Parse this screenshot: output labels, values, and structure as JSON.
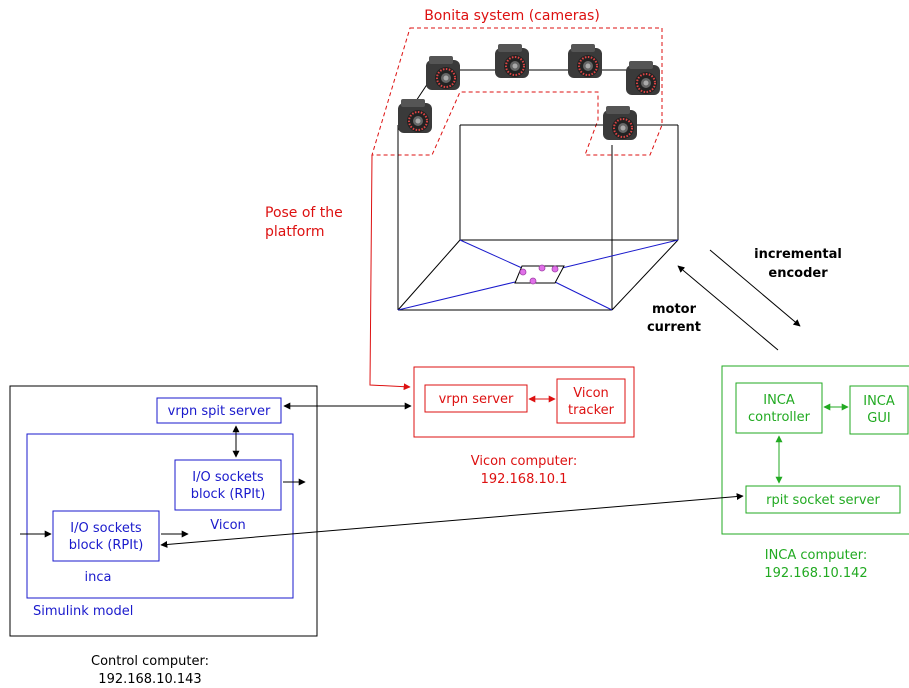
{
  "colors": {
    "black": "#000000",
    "blue": "#1a1acc",
    "red": "#dd1111",
    "green": "#22aa22",
    "marker": "#e070e8"
  },
  "bonita": {
    "title": "Bonita system (cameras)"
  },
  "pose_label": {
    "line1": "Pose of the",
    "line2": "platform"
  },
  "signals": {
    "encoder_line1": "incremental",
    "encoder_line2": "encoder",
    "motor_line1": "motor",
    "motor_line2": "current"
  },
  "vicon_computer": {
    "vrpn_server": "vrpn server",
    "tracker_line1": "Vicon",
    "tracker_line2": "tracker",
    "caption_line1": "Vicon computer:",
    "caption_line2": "192.168.10.1"
  },
  "inca_computer": {
    "controller_line1": "INCA",
    "controller_line2": "controller",
    "gui_line1": "INCA",
    "gui_line2": "GUI",
    "socket_server": "rpit socket server",
    "caption_line1": "INCA computer:",
    "caption_line2": "192.168.10.142"
  },
  "control_computer": {
    "vrpn_spit_server": "vrpn spit server",
    "vicon_block_line1": "I/O sockets",
    "vicon_block_line2": "block (RPIt)",
    "vicon_block_caption": "Vicon",
    "inca_block_line1": "I/O sockets",
    "inca_block_line2": "block (RPIt)",
    "inca_block_caption": "inca",
    "simulink_label": "Simulink model",
    "caption_line1": "Control computer:",
    "caption_line2": "192.168.10.143"
  }
}
